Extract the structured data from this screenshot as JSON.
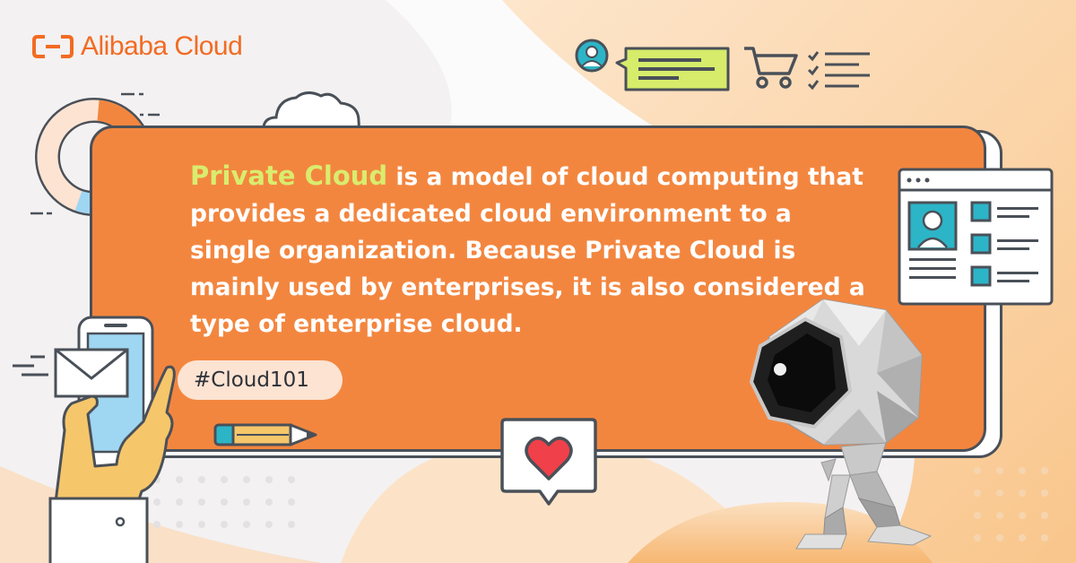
{
  "brand": {
    "name": "Alibaba Cloud",
    "color": "#f26b22"
  },
  "headline": {
    "highlight": "Private Cloud",
    "body": " is a model of cloud computing that provides a dedicated cloud environment to a single organization. Because Private Cloud is mainly used by enterprises, it is also considered a type of enterprise cloud."
  },
  "hashtag": "#Cloud101",
  "colors": {
    "card": "#f3863f",
    "highlight": "#d9ec6e",
    "outline": "#4a5058",
    "tag_bg": "#fde3d2",
    "accent_teal": "#2cb5c7"
  },
  "icons": [
    "alibaba-logo-icon",
    "user-avatar-icon",
    "chat-bubble-icon",
    "shopping-cart-icon",
    "checklist-icon",
    "cloud-icon",
    "donut-chart-icon",
    "profile-window-icon",
    "mobile-phone-icon",
    "envelope-icon",
    "pencil-icon",
    "heart-bubble-icon",
    "robot-mascot-icon"
  ]
}
